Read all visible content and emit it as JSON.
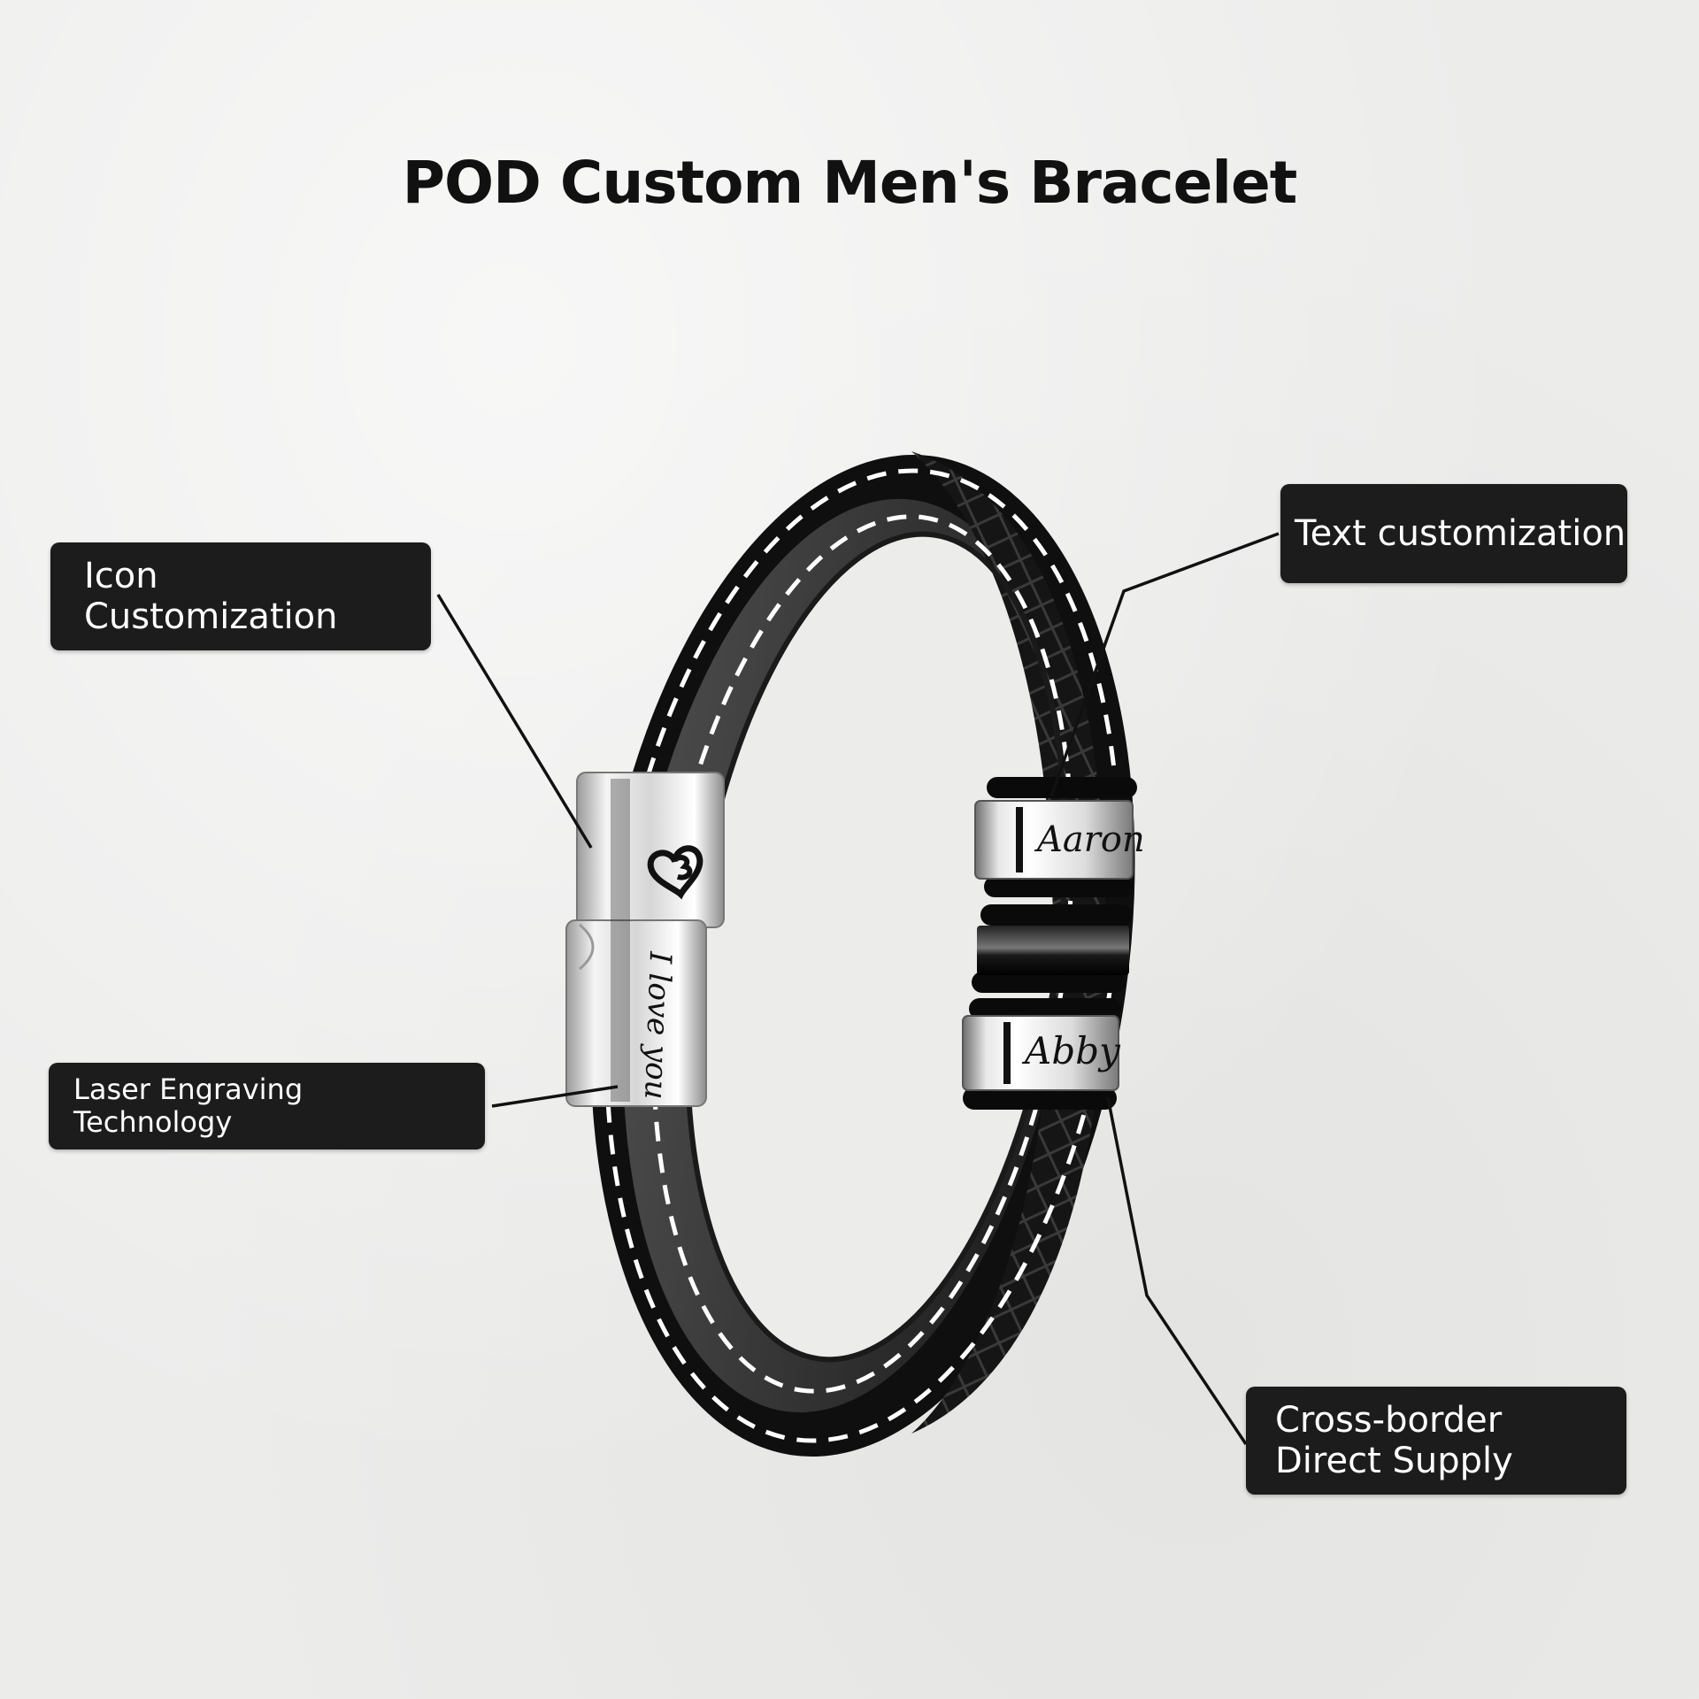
{
  "page": {
    "title": "POD Custom Men's Bracelet"
  },
  "callouts": {
    "icon_customization": {
      "line1": "Icon",
      "line2": "Customization"
    },
    "laser_engraving": {
      "line1": "Laser Engraving",
      "line2": "Technology"
    },
    "text_customization": {
      "line1": "Text customization"
    },
    "cross_border": {
      "line1": "Cross-border",
      "line2": "Direct Supply"
    }
  },
  "engravings": {
    "bead_top": "Aaron",
    "bead_bottom": "Abby",
    "clasp_text": "I love you"
  },
  "colors": {
    "background": "#ececeb",
    "callout_bg": "#1c1c1c",
    "leather": "#141414",
    "stitch": "#ffffff",
    "steel": "#d9d9d9"
  }
}
